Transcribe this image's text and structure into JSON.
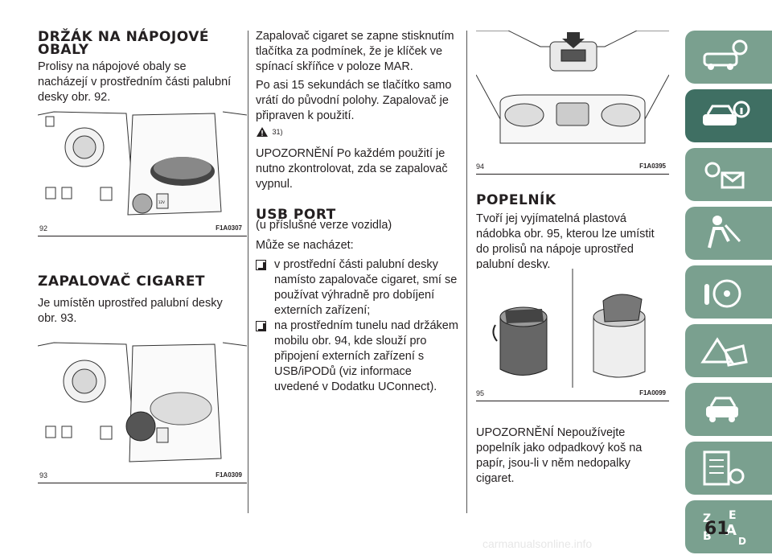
{
  "col1": {
    "heading1": "DRŽÁK NA NÁPOJOVÉ OBALY",
    "para1": "Prolisy na nápojové obaly se nacházejí v prostředním části palubní desky obr. 92.",
    "fig92": {
      "num": "92",
      "code": "F1A0307"
    },
    "heading2": "ZAPALOVAČ CIGARET",
    "para2": "Je umístěn uprostřed palubní desky obr. 93.",
    "fig93": {
      "num": "93",
      "code": "F1A0309"
    },
    "panel_label": "12V"
  },
  "col2": {
    "para1": "Zapalovač cigaret se zapne stisknutím tlačítka za podmínek, že je klíček ve spínací skříňce v poloze MAR.",
    "para2": "Po asi 15 sekundách se tlačítko samo vrátí do původní polohy. Zapalovač je připraven k použití.",
    "warn_ref": "31)",
    "para3": "UPOZORNĚNÍ Po každém použití je nutno zkontrolovat, zda se zapalovač vypnul.",
    "heading": "USB PORT",
    "subtitle": "(u příslušné verze vozidla)",
    "para4": "Může se nacházet:",
    "bullet1": "v prostřední části palubní desky namísto zapalovače cigaret, smí se používat výhradně pro dobíjení externích zařízení;",
    "bullet2": "na prostředním tunelu nad držákem mobilu obr. 94, kde slouží pro připojení externích zařízení s USB/iPODů (viz informace uvedené v Dodatku UConnect)."
  },
  "col3": {
    "fig94": {
      "num": "94",
      "code": "F1A0395"
    },
    "heading": "POPELNÍK",
    "para1": "Tvoří jej vyjímatelná plastová nádobka obr. 95, kterou lze umístit do prolisů na nápoje uprostřed palubní desky.",
    "fig95": {
      "num": "95",
      "code": "F1A0099"
    },
    "para2": "UPOZORNĚNÍ Nepoužívejte popelník jako odpadkový koš na papír, jsou-li v něm nedopalky cigaret."
  },
  "sidebar": {
    "tabs": [
      "car-dashboard-icon",
      "car-info-icon",
      "warning-lights-icon",
      "safety-airbag-icon",
      "starting-driving-icon",
      "emergency-icon",
      "maintenance-icon",
      "technical-data-icon",
      "index-icon"
    ],
    "active_index": 1,
    "color_inactive": "#7aa08f",
    "color_active": "#3f6f63"
  },
  "page_number": "61",
  "watermark": "carmanualsonline.info"
}
